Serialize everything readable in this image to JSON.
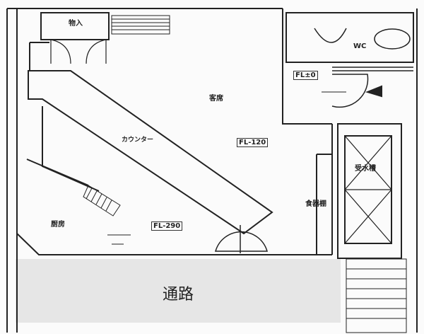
{
  "labels": {
    "storage": "物入",
    "wc": "WC",
    "fl_0": "FL±0",
    "seating": "客席",
    "counter": "カウンター",
    "fl_120": "FL-120",
    "water_tank": "受水槽",
    "cupboard": "食器棚",
    "kitchen": "厨房",
    "fl_290": "FL-290",
    "passage": "通路"
  },
  "colors": {
    "line": "#222222",
    "passage": "#e6e6e6"
  }
}
